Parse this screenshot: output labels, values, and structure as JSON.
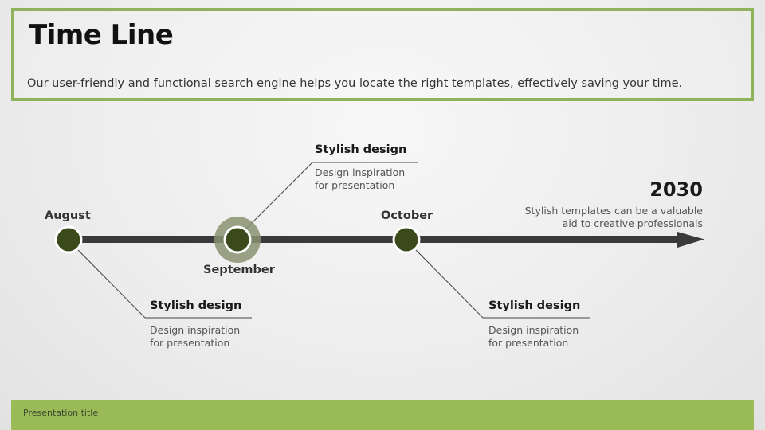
{
  "header": {
    "title": "Time Line",
    "subtitle": "Our user-friendly and functional search engine helps you locate the right templates, effectively saving your time."
  },
  "timeline": {
    "milestones": [
      {
        "month": "August",
        "card_title": "Stylish design",
        "card_desc": [
          "Design inspiration",
          "for presentation"
        ]
      },
      {
        "month": "September",
        "card_title": "Stylish design",
        "card_desc": [
          "Design inspiration",
          "for presentation"
        ]
      },
      {
        "month": "October",
        "card_title": "Stylish design",
        "card_desc": [
          "Design inspiration",
          "for presentation"
        ]
      }
    ],
    "end": {
      "year": "2030",
      "desc": [
        "Stylish templates can be a valuable",
        "aid to creative professionals"
      ]
    }
  },
  "footer": {
    "text": "Presentation title"
  },
  "colors": {
    "accent_green": "#8fb35a",
    "footer_green": "#9bbb59",
    "node_fill": "#3a4a1a",
    "highlight_ring": "#8a9270",
    "axis": "#3a3a3a"
  }
}
